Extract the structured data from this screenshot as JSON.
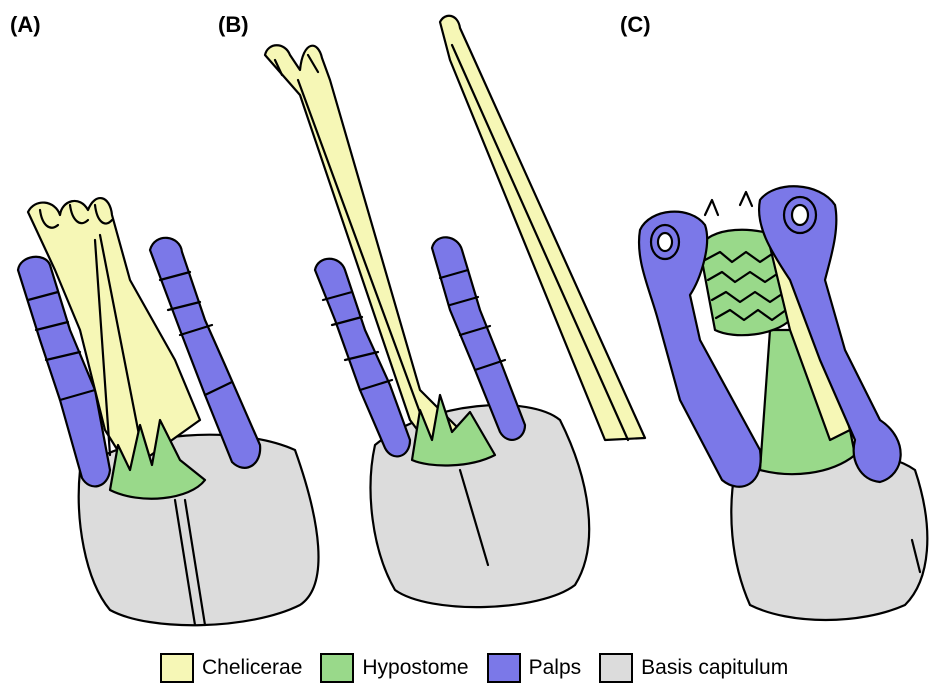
{
  "panels": [
    {
      "label": "(A)"
    },
    {
      "label": "(B)"
    },
    {
      "label": "(C)"
    }
  ],
  "legend": [
    {
      "label": "Chelicerae",
      "color": "#f6f7b6"
    },
    {
      "label": "Hypostome",
      "color": "#99d98a"
    },
    {
      "label": "Palps",
      "color": "#7b78e8"
    },
    {
      "label": "Basis capitulum",
      "color": "#dcdcdc"
    }
  ],
  "colors": {
    "outline": "#000000",
    "chelicerae": "#f6f7b6",
    "hypostome": "#99d98a",
    "palps": "#7b78e8",
    "basis": "#dcdcdc"
  }
}
